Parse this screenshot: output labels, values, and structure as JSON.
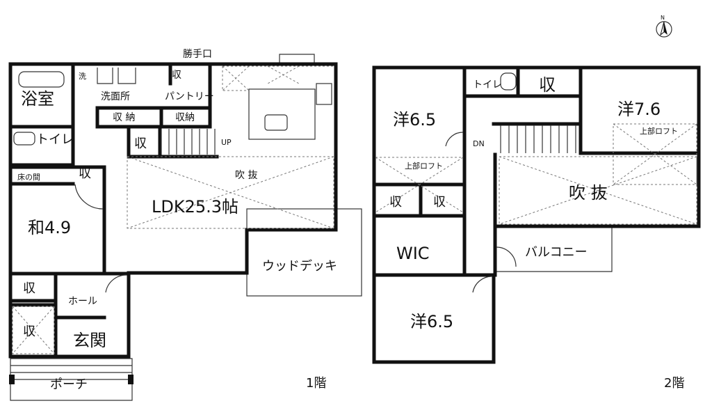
{
  "floor1": {
    "label": "1階",
    "rooms": {
      "back_door": "勝手口",
      "bath": "浴室",
      "washroom": "洗面所",
      "washer": "洗",
      "pantry": "パントリー",
      "pantry_storage": "収",
      "storage_a": "収 納",
      "storage_b": "収納",
      "toilet": "トイレ",
      "stair_storage": "収",
      "up": "UP",
      "void": "吹 抜",
      "ldk": "LDK25.3帖",
      "tokonoma": "床の間",
      "closet": "収",
      "washitsu": "和4.9",
      "wood_deck": "ウッドデッキ",
      "hall": "ホール",
      "storage_c": "収",
      "storage_d": "収",
      "entrance": "玄関",
      "porch": "ポーチ"
    }
  },
  "floor2": {
    "label": "2階",
    "rooms": {
      "bedroom_a": "洋6.5",
      "loft_a": "上部ロフト",
      "storage_a": "収",
      "storage_b": "収",
      "wic": "WIC",
      "bedroom_b": "洋6.5",
      "toilet": "トイレ",
      "storage_c": "収",
      "dn": "DN",
      "bedroom_c": "洋7.6",
      "loft_c": "上部ロフト",
      "void": "吹 抜",
      "balcony": "バルコニー"
    }
  },
  "compass": {
    "label": "N"
  }
}
